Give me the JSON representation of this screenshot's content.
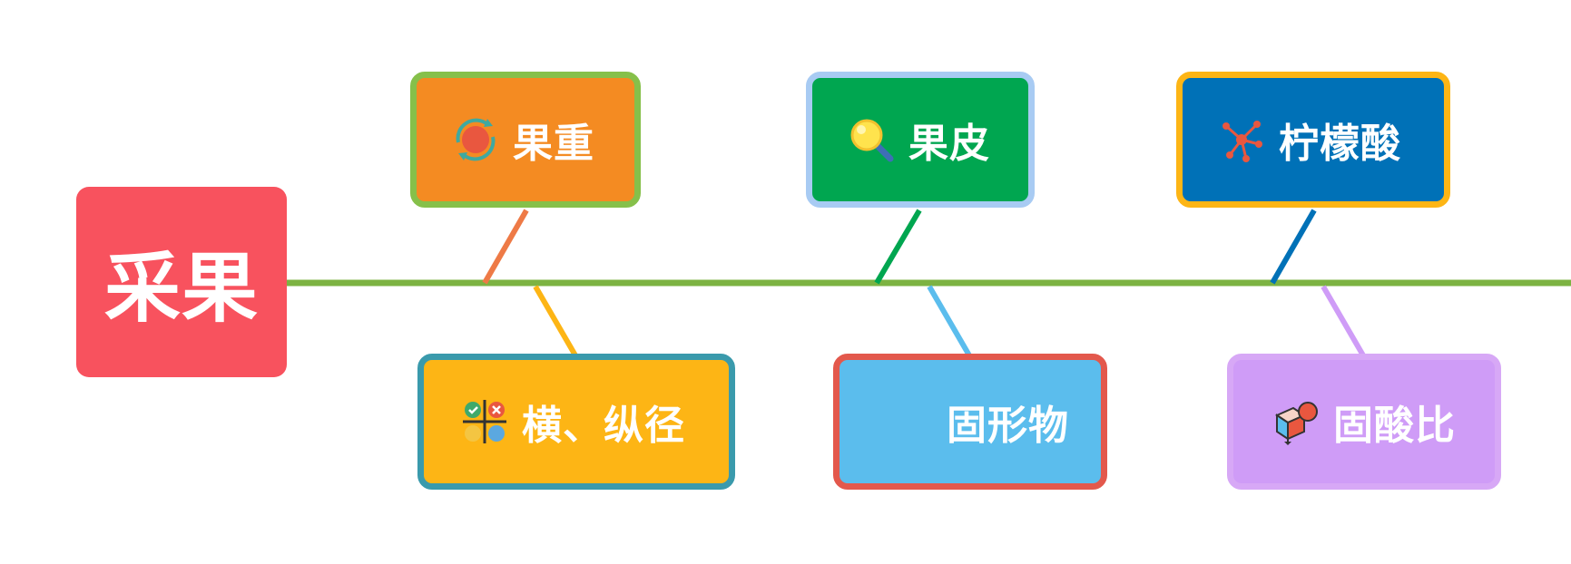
{
  "root": {
    "label": "采果",
    "color": "#F8525E"
  },
  "spine_color": "#7CB342",
  "branches": [
    {
      "id": "guozhong",
      "label": "果重",
      "icon": "orbit-fruit-icon",
      "fill": "#F48B22",
      "border": "#86C04A",
      "connector": "#EE7A46"
    },
    {
      "id": "guopi",
      "label": "果皮",
      "icon": "magnifier-icon",
      "fill": "#00A650",
      "border": "#A8CBF3",
      "connector": "#00A650"
    },
    {
      "id": "ningmeng",
      "label": "柠檬酸",
      "icon": "molecule-icon",
      "fill": "#0071B7",
      "border": "#FDB515",
      "connector": "#0071B7"
    },
    {
      "id": "hengzong",
      "label": "横、纵径",
      "icon": "quadrant-grid-icon",
      "fill": "#FDB515",
      "border": "#3A9AAC",
      "connector": "#FDB515"
    },
    {
      "id": "guxing",
      "label": "固形物",
      "icon": "",
      "fill": "#5BBDED",
      "border": "#E3584C",
      "connector": "#5BBDED"
    },
    {
      "id": "gusuan",
      "label": "固酸比",
      "icon": "cube-sphere-icon",
      "fill": "#CF9CF7",
      "border": "#D7A8F6",
      "connector": "#CF9CF7"
    }
  ]
}
